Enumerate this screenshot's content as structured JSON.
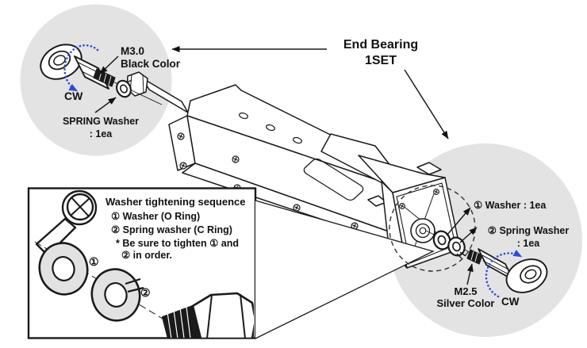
{
  "colors": {
    "detail_bg": "#e3e3e3",
    "ink": "#111111",
    "rotation_blue": "#2e4cd7",
    "washer_fill": "#e2e2e2"
  },
  "heading": {
    "line1": "End Bearing",
    "line2": "1SET"
  },
  "callout_left": {
    "screw_size": "M3.0",
    "screw_finish": "Black Color",
    "rotation": "CW",
    "washer_name": "SPRING Washer",
    "washer_qty": ": 1ea"
  },
  "callout_right": {
    "washer_item": "① Washer : 1ea",
    "spring_item_line1": "② Spring Washer",
    "spring_item_line2": ": 1ea",
    "screw_size": "M2.5",
    "screw_finish": "Silver Color",
    "rotation": "CW"
  },
  "sequence_box": {
    "title": "Washer tightening sequence",
    "item1": "① Washer (O Ring)",
    "item2": "② Spring washer (C Ring)",
    "note_line1": "* Be sure to tighten  ① and",
    "note_line2": "② in order.",
    "marker_washer": "①",
    "marker_spring": "②"
  }
}
